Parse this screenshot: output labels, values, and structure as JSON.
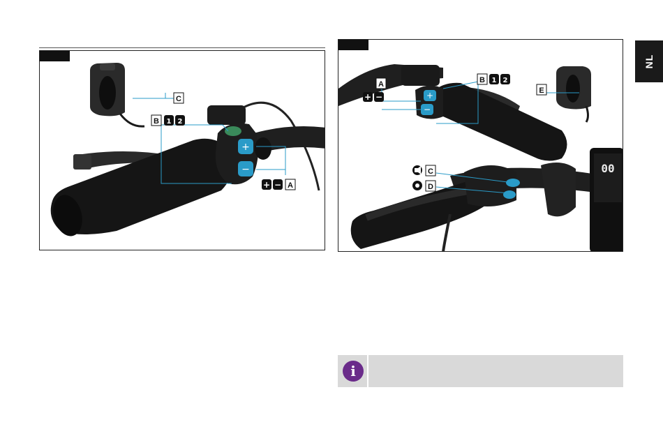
{
  "side_tab": {
    "language": "NL"
  },
  "figure1": {
    "labels": {
      "a": "A",
      "b": "B",
      "c": "C"
    }
  },
  "figure2": {
    "labels": {
      "a": "A",
      "b": "B",
      "c": "C",
      "d": "D",
      "e": "E"
    },
    "display_speed": "00"
  },
  "info_note": {
    "icon": "i",
    "text": ""
  },
  "colors": {
    "accent_blue": "#2a9bc8",
    "button_green": "#3a8a5a",
    "info_purple": "#6a2b8a",
    "callout_blue": "#2a9bc8"
  }
}
